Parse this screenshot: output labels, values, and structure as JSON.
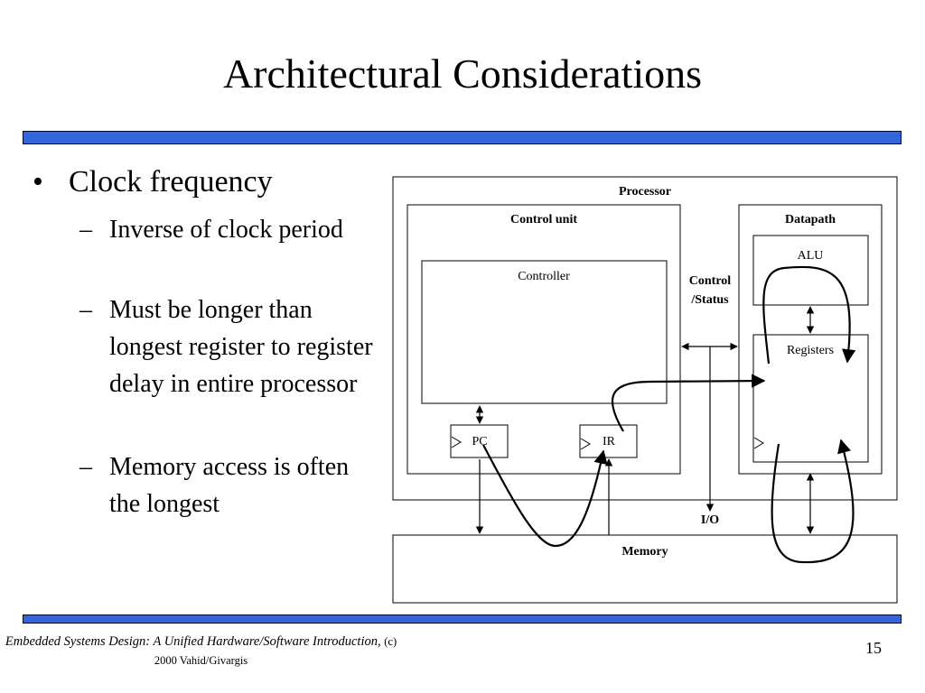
{
  "slide": {
    "title": "Architectural Considerations",
    "bullet": "Clock frequency",
    "bullet_glyph": "•",
    "dash_glyph": "–",
    "sub_bullets": [
      "Inverse of clock period",
      "Must be longer than longest register to register delay in entire processor",
      "Memory access is often the longest"
    ],
    "footer_book": "Embedded Systems Design: A Unified Hardware/Software Introduction,",
    "footer_copyright": "(c) 2000 Vahid/Givargis",
    "page_number": "15",
    "bar_color": "#3366dd"
  },
  "diagram": {
    "processor": "Processor",
    "control_unit": "Control unit",
    "datapath": "Datapath",
    "controller": "Controller",
    "alu": "ALU",
    "registers": "Registers",
    "control_status_1": "Control",
    "control_status_2": "/Status",
    "pc": "PC",
    "ir": "IR",
    "io": "I/O",
    "memory": "Memory"
  }
}
